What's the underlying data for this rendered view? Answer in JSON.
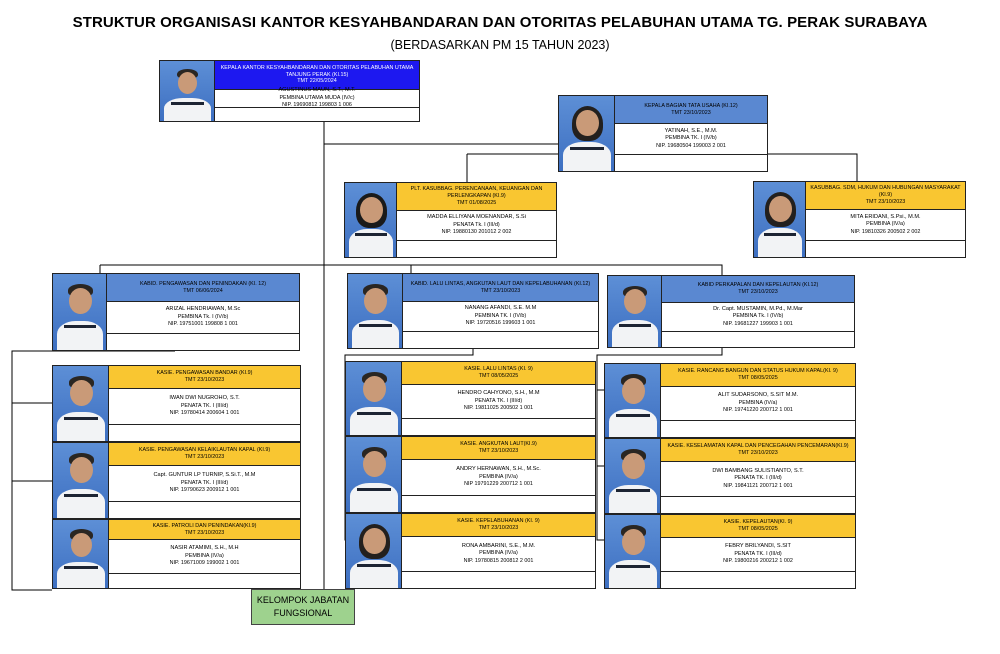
{
  "header": {
    "title": "STRUKTUR ORGANISASI KANTOR KESYAHBANDARAN DAN OTORITAS PELABUHAN UTAMA TG. PERAK SURABAYA",
    "subtitle": "(BERDASARKAN PM 15 TAHUN 2023)"
  },
  "units": [
    {
      "position": "KEPALA KANTOR KESYAHBANDARAN DAN OTORITAS PELABUHAN UTAMA TANJUNG PERAK (KI.15)",
      "tmt": "TMT 22/05/2024",
      "name": "AGUSTINUS MAUN, S.T., M.T.",
      "rank": "PEMBINA UTAMA MUDA (IV/c)",
      "nip": "NIP. 19690812 199803 1 006"
    },
    {
      "position": "KEPALA BAGIAN TATA USAHA (KI.12)",
      "tmt": "TMT 23/10/2023",
      "name": "YATINAH, S.E., M.M.",
      "rank": "PEMBINA TK. I (IV/b)",
      "nip": "NIP. 19680504 199003 2 001"
    },
    {
      "position": "PLT. KASUBBAG. PERENCANAAN, KEUANGAN DAN PERLENGKAPAN (KI.9)",
      "tmt": "TMT 01/08/2025",
      "name": "MADDA ELLIYANA MOENANDAR, S.Si",
      "rank": "PENATA Tk. I (III/d)",
      "nip": "NIP. 19880130 201012 2 002"
    },
    {
      "position": "KASUBBAG. SDM, HUKUM DAN HUBUNGAN MASYARAKAT (KI.9)",
      "tmt": "TMT 23/10/2023",
      "name": "MITA ERIDANI, S.Psi., M.M.",
      "rank": "PEMBINA (IV/a)",
      "nip": "NIP. 19810326 200502 2 002"
    },
    {
      "position": "KABID. PENGAWASAN DAN PENINDAKAN (KI. 12)",
      "tmt": "TMT 06/06/2024",
      "name": "ARIZAL HENDRIAWAN, M.Sc",
      "rank": "PEMBINA Tk. I (IV/b)",
      "nip": "NIP. 19751001 199808 1 001"
    },
    {
      "position": "KABID. LALU LINTAS, ANGKUTAN LAUT DAN KEPELABUHANAN (KI.12)",
      "tmt": "TMT 23/10/2023",
      "name": "NANANG AFANDI, S.E. M.M",
      "rank": "PEMBINA TK. I (IV/b)",
      "nip": "NIP. 19720516 199603 1 001"
    },
    {
      "position": "KABID PERKAPALAN DAN KEPELAUTAN (KI.12)",
      "tmt": "TMT 23/10/2023",
      "name": "Dr. Capt. MUSTAMIN, M.Pd., M.Mar",
      "rank": "PEMBINA Tk. I (IV/b)",
      "nip": "NIP. 19681227 199903 1 001"
    },
    {
      "position": "KASIE. PENGAWASAN BANDAR (KI.9)",
      "tmt": "TMT 23/10/2023",
      "name": "IWAN DWI NUGROHO, S.T.",
      "rank": "PENATA TK. I (III/d)",
      "nip": "NIP. 19780414 200604 1 001"
    },
    {
      "position": "KASIE. PENGAWASAN KELAIKLAUTAN KAPAL (KI.9)",
      "tmt": "TMT 23/10/2023",
      "name": "Capt. GUNTUR LP TURNIP, S.Si.T., M.M",
      "rank": "PENATA TK. I (III/d)",
      "nip": "NIP. 19790623 200912 1 001"
    },
    {
      "position": "KASIE. PATROLI DAN PENINDAKAN(KI.9)",
      "tmt": "TMT 23/10/2023",
      "name": "NASIR ATAMIMI, S.H., M.H",
      "rank": "PEMBINA (IV/a)",
      "nip": "NIP. 19671009 199002 1 001"
    },
    {
      "position": "KASIE. LALU LINTAS (KI. 9)",
      "tmt": "TMT 08/05/2025",
      "name": "HENDRO CAHYONO, S.H., M.M",
      "rank": "PENATA TK. I (III/d)",
      "nip": "NIP. 19811025 200502 1 001"
    },
    {
      "position": "KASIE. ANGKUTAN LAUT(KI.9)",
      "tmt": "TMT 23/10/2023",
      "name": "ANDRY HERNAWAN, S.H., M.Sc.",
      "rank": "PEMBINA (IV/a)",
      "nip": "NIP 19791229 200712 1 001"
    },
    {
      "position": "KASIE. KEPELABUHANAN (KI. 9)",
      "tmt": "TMT 23/10/2023",
      "name": "RONA AMBARINI, S.E., M.M.",
      "rank": "PEMBINA (IV/a)",
      "nip": "NIP. 19780815 200812 2 001"
    },
    {
      "position": "KASIE. RANCANG BANGUN DAN STATUS HUKUM KAPAL(KI. 9)",
      "tmt": "TMT 08/05/2025",
      "name": "ALIT SUDARSONO, S.SIT M.M.",
      "rank": "PEMBINA (IV/a)",
      "nip": "NIP. 19741220 200712 1 001"
    },
    {
      "position": "KASIE. KESELAMATAN KAPAL DAN PENCEGAHAN PENCEMARAN(KI.9)",
      "tmt": "TMT 23/10/2023",
      "name": "DWI BAMBANG SULISTIANTO, S.T.",
      "rank": "PENATA TK. I (III/d)",
      "nip": "NIP. 19841121 200712 1 001"
    },
    {
      "position": "KASIE. KEPELAUTAN(KI. 9)",
      "tmt": "TMT 08/05/2025",
      "name": "FEBRY BRILYANDI, S.SIT",
      "rank": "PENATA TK. I (III/d)",
      "nip": "NIP. 19800216 200212 1 002"
    }
  ],
  "functional_group": {
    "line1": "KELOMPOK JABATAN",
    "line2": "FUNGSIONAL"
  },
  "colors": {
    "yellow": "#f9c631",
    "blue": "#5a88d1",
    "navy": "#1d18f0",
    "green": "#9ed28e"
  }
}
